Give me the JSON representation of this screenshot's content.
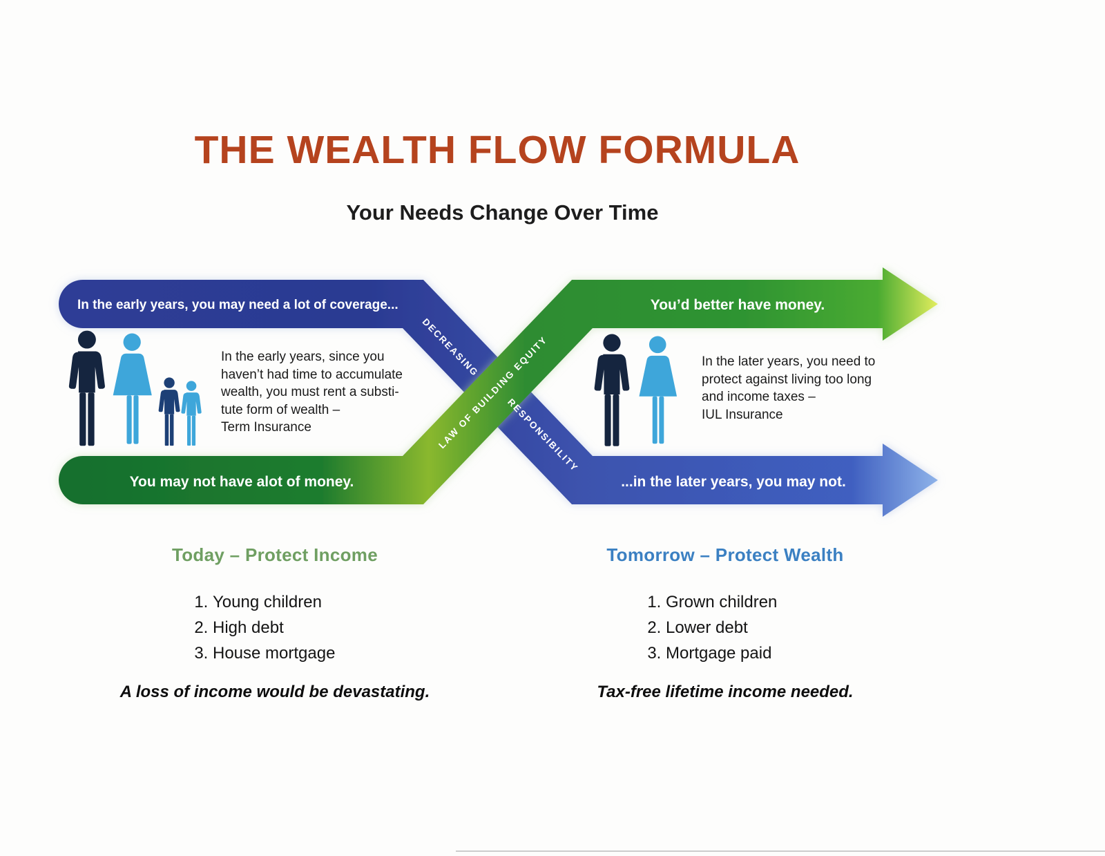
{
  "page": {
    "title": "THE WEALTH FLOW FORMULA",
    "subtitle": "Your Needs Change Over Time"
  },
  "diagram": {
    "bands": {
      "top_left_blue": "In the early years, you may need a lot of coverage...",
      "top_right_green": "You’d better have money.",
      "bottom_left_green": "You may not have alot of money.",
      "bottom_right_blue": "...in the later years, you may not."
    },
    "diagonals": {
      "decreasing": "DECREASING",
      "responsibility": "RESPONSIBILITY",
      "building_equity": "LAW OF BUILDING EQUITY"
    },
    "left_note": {
      "lines": [
        "In the early years, since you",
        "haven’t had time to accumulate",
        "wealth, you must rent a substi-",
        "tute form of wealth –",
        "Term Insurance"
      ]
    },
    "right_note": {
      "lines": [
        "In the later years, you need to",
        "protect against living too long",
        "and income taxes –",
        "IUL Insurance"
      ]
    }
  },
  "today": {
    "heading": "Today – Protect Income",
    "items": [
      "Young children",
      "High debt",
      "House mortgage"
    ],
    "note": "A loss of income would be devastating."
  },
  "tomorrow": {
    "heading": "Tomorrow – Protect Wealth",
    "items": [
      "Grown children",
      "Lower debt",
      "Mortgage paid"
    ],
    "note": "Tax-free lifetime income needed."
  },
  "colors": {
    "title": "#b5431e",
    "today_heading": "#6f9f62",
    "tomorrow_heading": "#3b80c2",
    "blue_band": "#2e3d96",
    "green_band": "#1f7c2e",
    "figure_dark": "#15253f",
    "figure_light": "#3ea6da"
  }
}
